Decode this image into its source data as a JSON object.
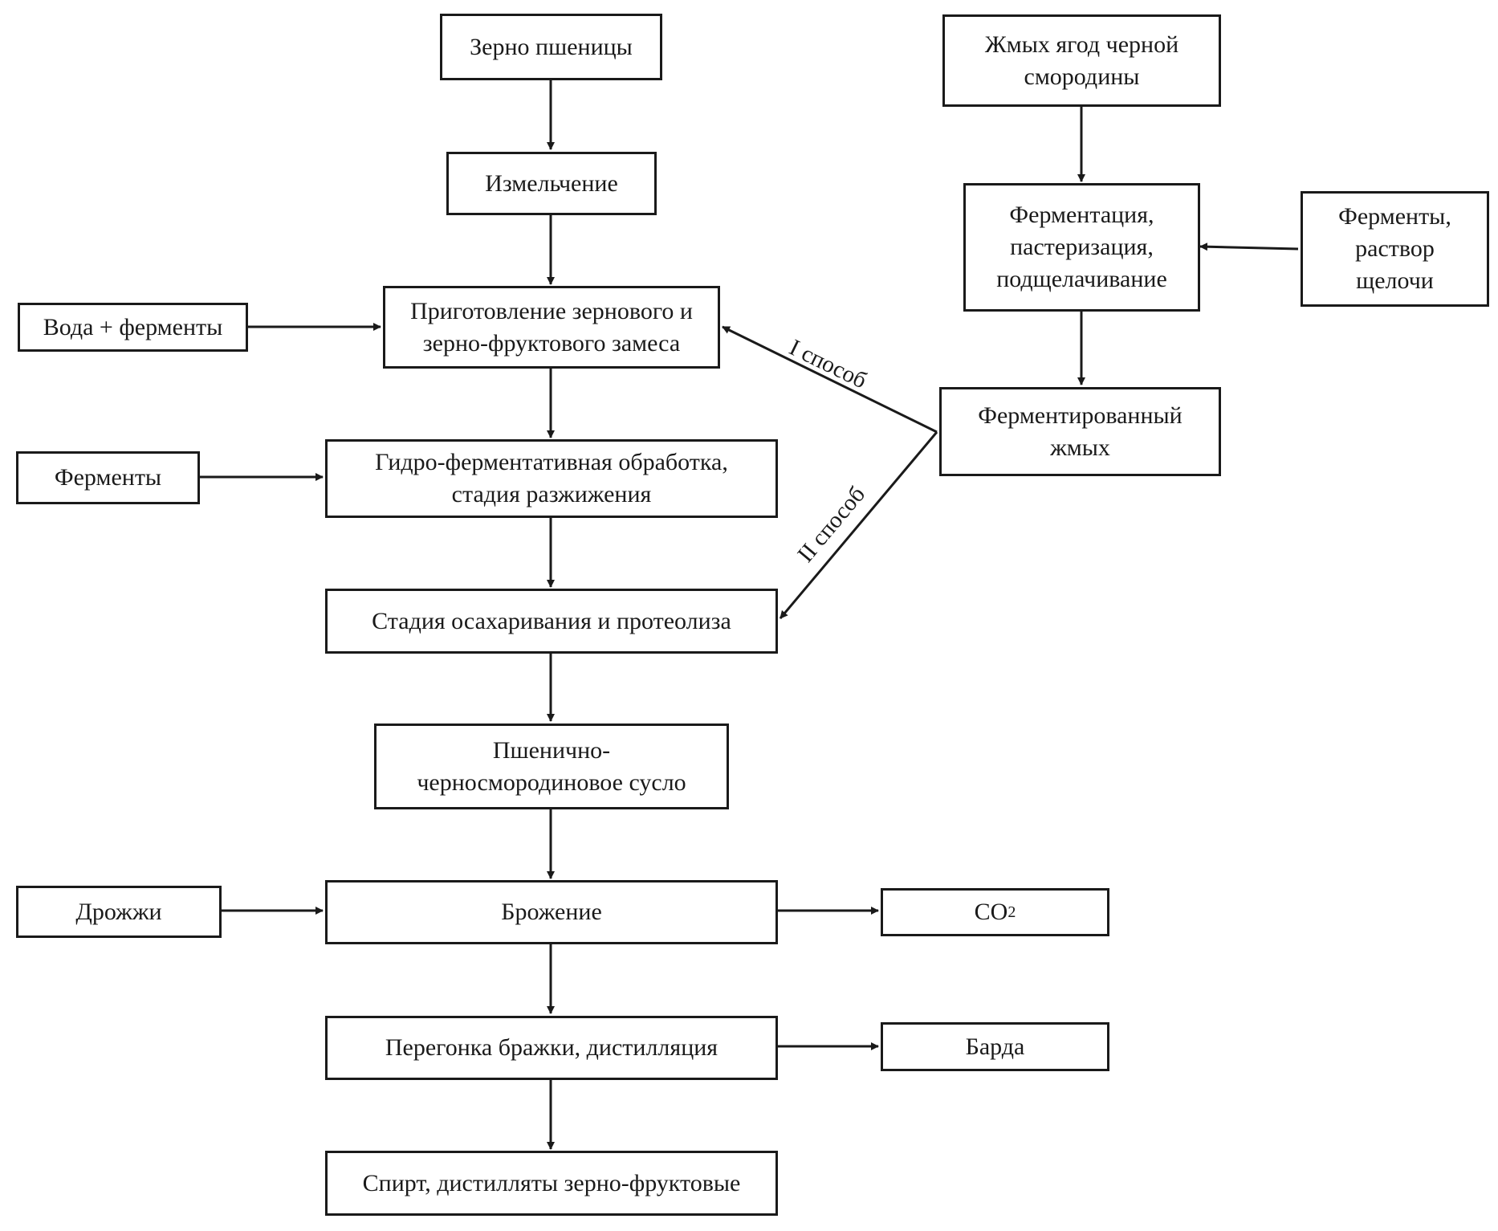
{
  "nodes": {
    "wheat_grain": "Зерно пшеницы",
    "grinding": "Измельчение",
    "water_enzymes": "Вода + ферменты",
    "mash_prep": "Приготовление зернового и\nзерно-фруктового замеса",
    "enzymes": "Ферменты",
    "hydro_treatment": "Гидро-ферментативная обработка,\nстадия разжижения",
    "saccharification": "Стадия осахаривания и протеолиза",
    "wort": "Пшенично-\nчерносмородиновое сусло",
    "yeast": "Дрожжи",
    "fermentation": "Брожение",
    "co2": "CO",
    "co2_sub": "2",
    "distillation": "Перегонка бражки, дистилляция",
    "stillage": "Барда",
    "product": "Спирт, дистилляты зерно-фруктовые",
    "currant_pomace": "Жмых ягод черной\nсмородины",
    "ferment_pasteur": "Ферментация,\nпастеризация,\nподщелачивание",
    "enzymes_alkali": "Ферменты,\nраствор\nщелочи",
    "fermented_pomace": "Ферментированный\nжмых"
  },
  "edge_labels": {
    "method_1": "I способ",
    "method_2": "II способ"
  }
}
